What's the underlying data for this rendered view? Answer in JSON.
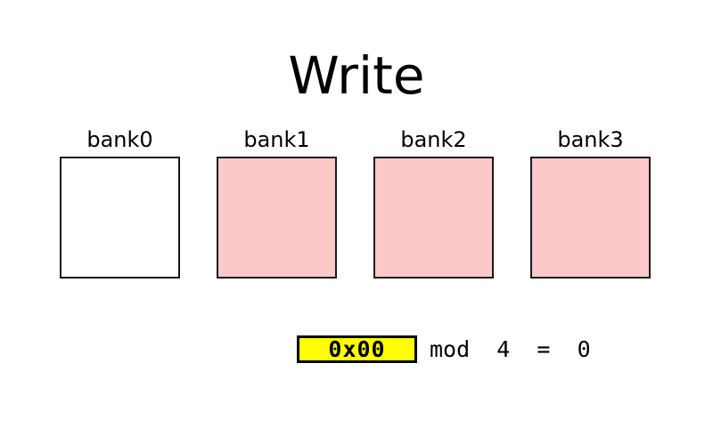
{
  "diagram": {
    "title": "Write",
    "background_color": "#ffffff",
    "banks": [
      {
        "label": "bank0",
        "state": "empty",
        "fill_color": "#ffffff"
      },
      {
        "label": "bank1",
        "state": "filled",
        "fill_color": "#fbc9c9"
      },
      {
        "label": "bank2",
        "state": "filled",
        "fill_color": "#fbc9c9"
      },
      {
        "label": "bank3",
        "state": "filled",
        "fill_color": "#fbc9c9"
      }
    ],
    "annotation": {
      "address": "0x00",
      "address_highlight_color": "#ffff00",
      "expression": "mod  4  =  0"
    }
  }
}
